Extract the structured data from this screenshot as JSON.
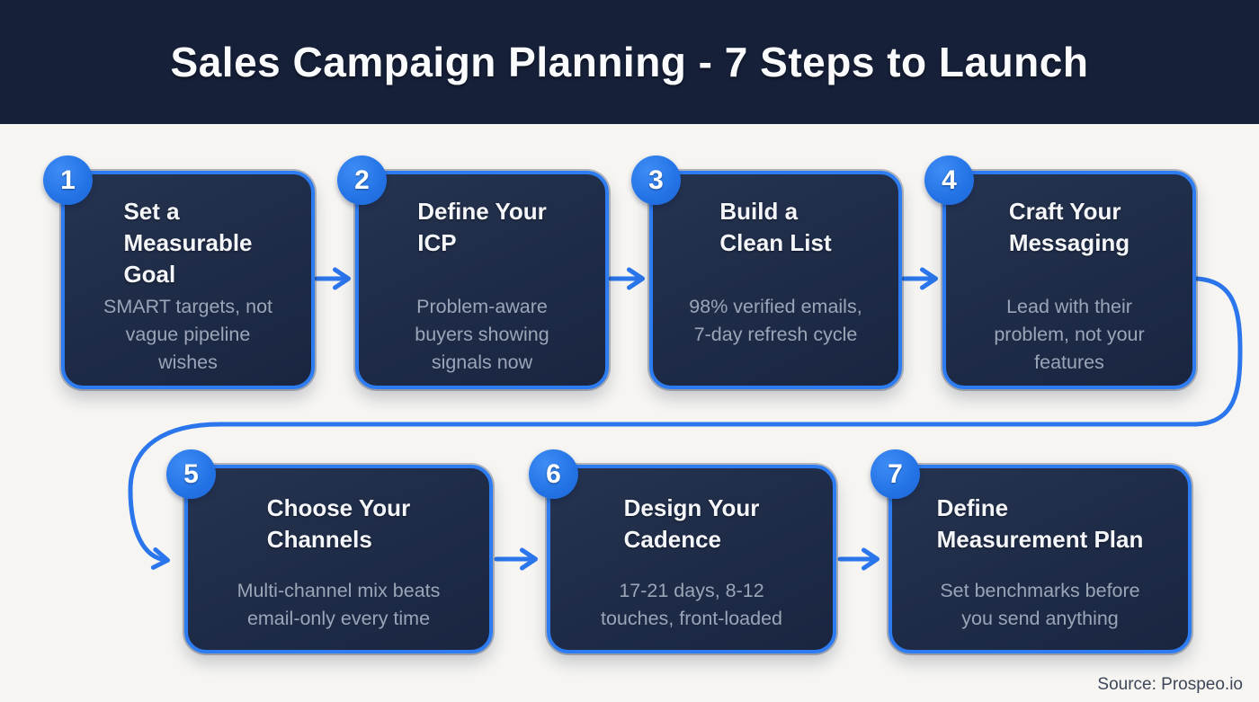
{
  "header": {
    "title": "Sales Campaign Planning - 7 Steps to Launch"
  },
  "steps": [
    {
      "num": "1",
      "title": "Set a\nMeasurable\nGoal",
      "desc": "SMART targets, not\nvague pipeline\nwishes"
    },
    {
      "num": "2",
      "title": "Define Your\nICP",
      "desc": "Problem-aware\nbuyers showing\nsignals now"
    },
    {
      "num": "3",
      "title": "Build a\nClean List",
      "desc": "98% verified emails,\n7-day refresh cycle"
    },
    {
      "num": "4",
      "title": "Craft Your\nMessaging",
      "desc": "Lead with their\nproblem, not your\nfeatures"
    },
    {
      "num": "5",
      "title": "Choose Your\nChannels",
      "desc": "Multi-channel mix beats\nemail-only every time"
    },
    {
      "num": "6",
      "title": "Design Your\nCadence",
      "desc": "17-21 days, 8-12\ntouches, front-loaded"
    },
    {
      "num": "7",
      "title": "Define\nMeasurement Plan",
      "desc": "Set benchmarks before\nyou send anything"
    }
  ],
  "footer": {
    "source": "Source: Prospeo.io"
  },
  "colors": {
    "header_bg": "#162039",
    "page_bg": "#f6f5f2",
    "card_bg": "#1e2b47",
    "accent_blue": "#2e7cf1",
    "badge_blue": "#2373e6",
    "title_text": "#f4f6f9",
    "body_text": "#9ba5b8",
    "source_text": "#3d4758"
  }
}
